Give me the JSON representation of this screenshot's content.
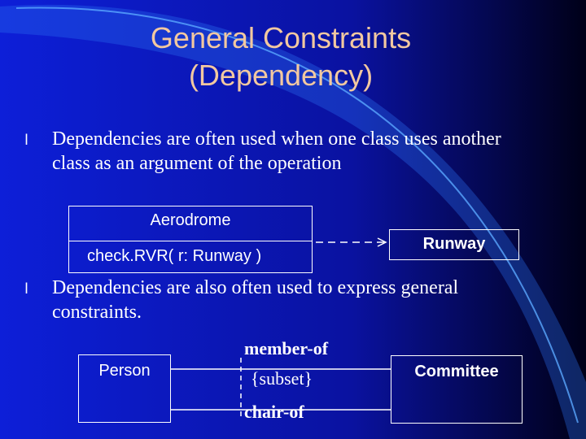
{
  "slide": {
    "title_line1": "General Constraints",
    "title_line2": "(Dependency)",
    "bullet_glyph": "l",
    "bullets": [
      "Dependencies are often used when one class uses another class as an argument of the operation",
      "Dependencies are also often used to express general constraints."
    ]
  },
  "diagram1": {
    "class_name": "Aerodrome",
    "operation": "check.RVR( r: Runway )",
    "target_class": "Runway"
  },
  "diagram2": {
    "left_class": "Person",
    "right_class": "Committee",
    "top_label": "member-of",
    "constraint": "{subset}",
    "bottom_label": "chair-of"
  },
  "colors": {
    "background": "#0a0a8c",
    "title": "#f2c8a0",
    "text": "#ffffff",
    "accent_arc": "#4da3ff"
  }
}
